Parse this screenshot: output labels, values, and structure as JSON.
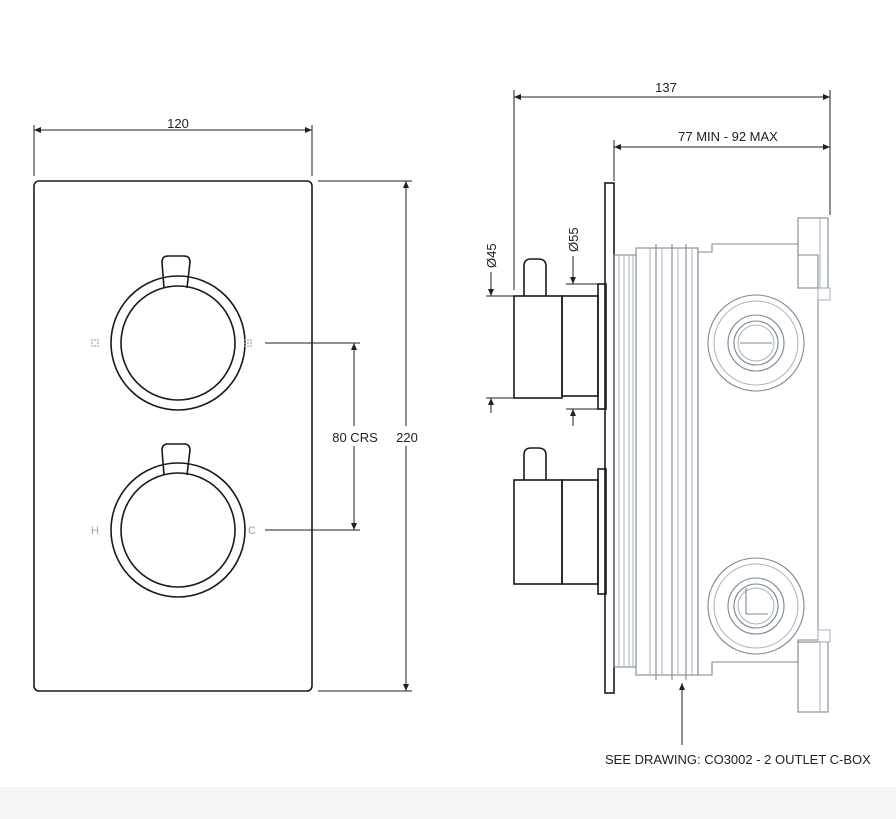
{
  "dimensions": {
    "plate_width": "120",
    "plate_height": "220",
    "centres": "80 CRS",
    "depth_total": "137",
    "depth_range": "77 MIN - 92 MAX",
    "diameter_small": "Ø45",
    "diameter_large": "Ø55"
  },
  "labels": {
    "hot": "H",
    "cold": "C",
    "note": "SEE DRAWING: CO3002 - 2 OUTLET C-BOX"
  },
  "colors": {
    "line": "#222222",
    "c_box": "#7d8896",
    "marks": "#9aa3b0"
  }
}
